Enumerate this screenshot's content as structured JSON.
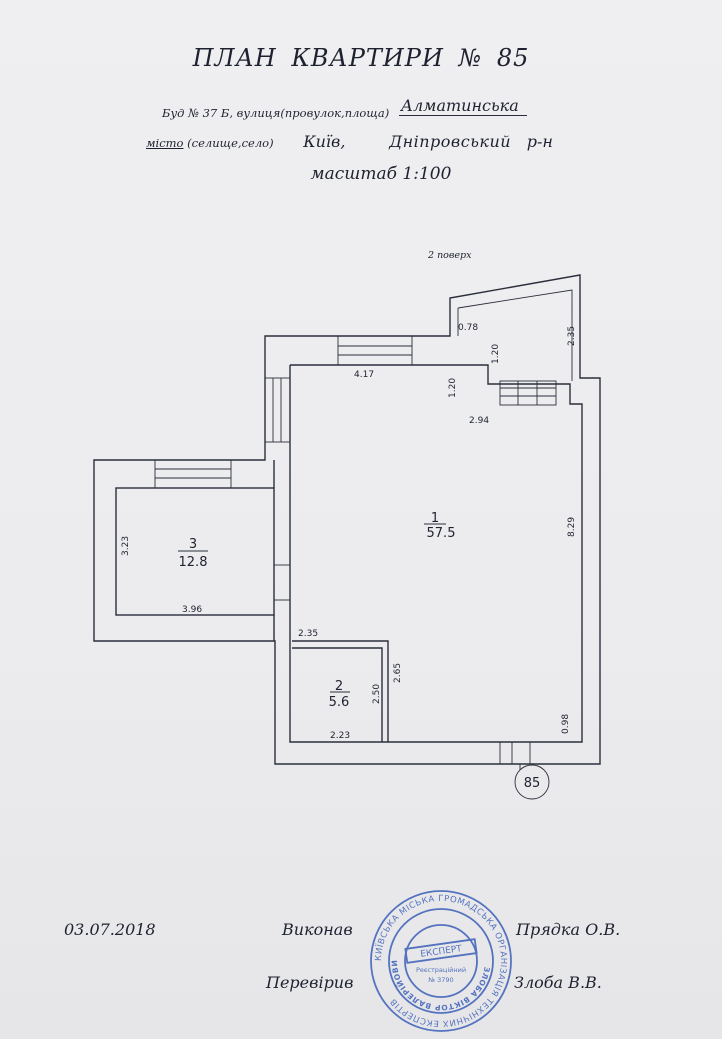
{
  "header": {
    "title": "ПЛАН  КВАРТИРИ № 85",
    "building_prefix": "Буд № 37 Б, вулиця(провулок,площа)",
    "street": "Алматинська",
    "city_label_underlined": "місто",
    "city_label_rest": " (селище,село)",
    "city": "Київ,",
    "district": "Дніпровський",
    "district_suffix": "р-н",
    "scale": "масштаб 1:100"
  },
  "plan": {
    "floor": "2 поверх",
    "apartment_marker": "85",
    "rooms": [
      {
        "number": "1",
        "area": "57.5"
      },
      {
        "number": "2",
        "area": "5.6"
      },
      {
        "number": "3",
        "area": "12.8"
      }
    ],
    "dimensions": {
      "d_078": "0.78",
      "d_235_top": "2.35",
      "d_120_a": "1.20",
      "d_120_b": "1.20",
      "d_417": "4.17",
      "d_294": "2.94",
      "d_829": "8.29",
      "d_323": "3.23",
      "d_396": "3.96",
      "d_235_bath": "2.35",
      "d_265": "2.65",
      "d_250": "2.50",
      "d_223": "2.23",
      "d_098": "0.98"
    }
  },
  "footer": {
    "date": "03.07.2018",
    "performed_label": "Виконав",
    "performed_by": "Прядка О.В.",
    "checked_label": "Перевірив",
    "checked_by": "Злоба В.В."
  },
  "stamp": {
    "center_top": "ЕКСПЕРТ",
    "center_mid": "Реєстраційний",
    "center_num": "№ 3790",
    "name_line": "ЗЛОБА ВІКТОР ВАЛЕРІЙОВИЧ",
    "ring_text": "КИЇВСЬКА МІСЬКА ГРОМАДСЬКА ОРГАНІЗАЦІЯ ТЕХНІЧНИХ ЕКСПЕРТІВ",
    "color": "#3b5fb8"
  }
}
